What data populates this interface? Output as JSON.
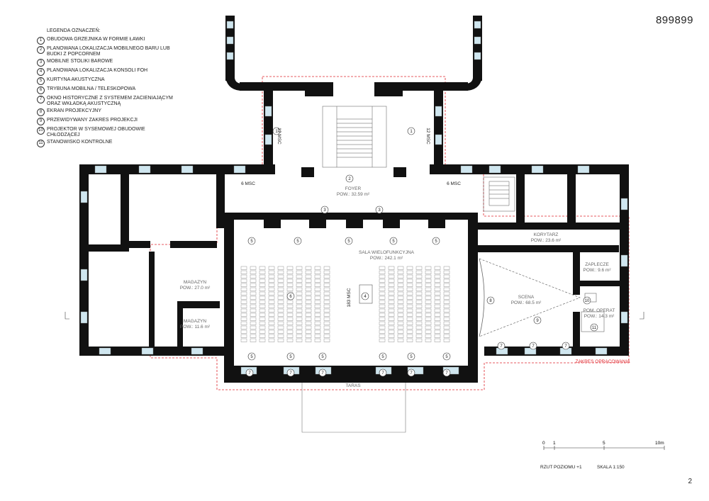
{
  "page_id": "899899",
  "page_number": "2",
  "legend": {
    "title": "LEGENDA OZNACZEŃ:",
    "items": [
      {
        "n": "1",
        "text": "OBUDOWA GRZEJNIKA W FORMIE ŁAWKI"
      },
      {
        "n": "2",
        "text": "PLANOWANA LOKALIZACJA MOBILNEGO BARU LUB BUDKI Z POPCORNEM"
      },
      {
        "n": "3",
        "text": "MOBILNE STOLIKI BAROWE"
      },
      {
        "n": "4",
        "text": "PLANOWANA LOKALIZACJA KONSOLI FOH"
      },
      {
        "n": "5",
        "text": "KURTYNA AKUSTYCZNA"
      },
      {
        "n": "6",
        "text": "TRYBUNA MOBILNA / TELESKOPOWA"
      },
      {
        "n": "7",
        "text": "OKNO HISTORYCZNE Z SYSTEMEM ZACIENIAJĄCYM ORAZ WKŁADKĄ AKUSTYCZNĄ"
      },
      {
        "n": "8",
        "text": "EKRAN PROJEKCYJNY"
      },
      {
        "n": "9",
        "text": "PRZEWIDYWANY ZAKRES PROJEKCJI"
      },
      {
        "n": "10",
        "text": "PROJEKTOR W SYSEMOWEJ OBUDOWIE CHŁODZĄCEJ"
      },
      {
        "n": "11",
        "text": "STANOWISKO KONTROLNE"
      }
    ]
  },
  "rooms": {
    "foyer": {
      "name": "FOYER",
      "area": "POW.: 32.59 m²"
    },
    "sala": {
      "name": "SALA WIELOFUNKCYJNA",
      "area": "POW.: 242.1 m²"
    },
    "korytarz": {
      "name": "KORYTARZ",
      "area": "POW.: 23.6 m²"
    },
    "zaplecze": {
      "name": "ZAPLECZE",
      "area": "POW.: 9.6 m²"
    },
    "scena": {
      "name": "SCENA",
      "area": "POW.: 68.5 m²"
    },
    "operat": {
      "name": "POM. OPERAT",
      "area": "POW.: 14.3 m²"
    },
    "magazyn1": {
      "name": "MAGAZYN",
      "area": "POW.: 27.0 m²"
    },
    "magazyn2": {
      "name": "MAGAZYN",
      "area": "POW.: 11.6 m²"
    },
    "taras": {
      "name": "TARAS"
    }
  },
  "seats": {
    "left_stair": "12 MSC",
    "right_stair": "12 MSC",
    "left_vest": "6 MSC",
    "right_vest": "6 MSC",
    "sala": "183 MSC"
  },
  "zakres_label": "ZAKRES OPRACOWANIA",
  "zakres_color": "#e0262d",
  "scale_bar": {
    "ticks": [
      "0",
      "1",
      "5",
      "10m"
    ],
    "caption": "RZUT POZIOMU +1",
    "scale": "SKALA 1:150"
  }
}
